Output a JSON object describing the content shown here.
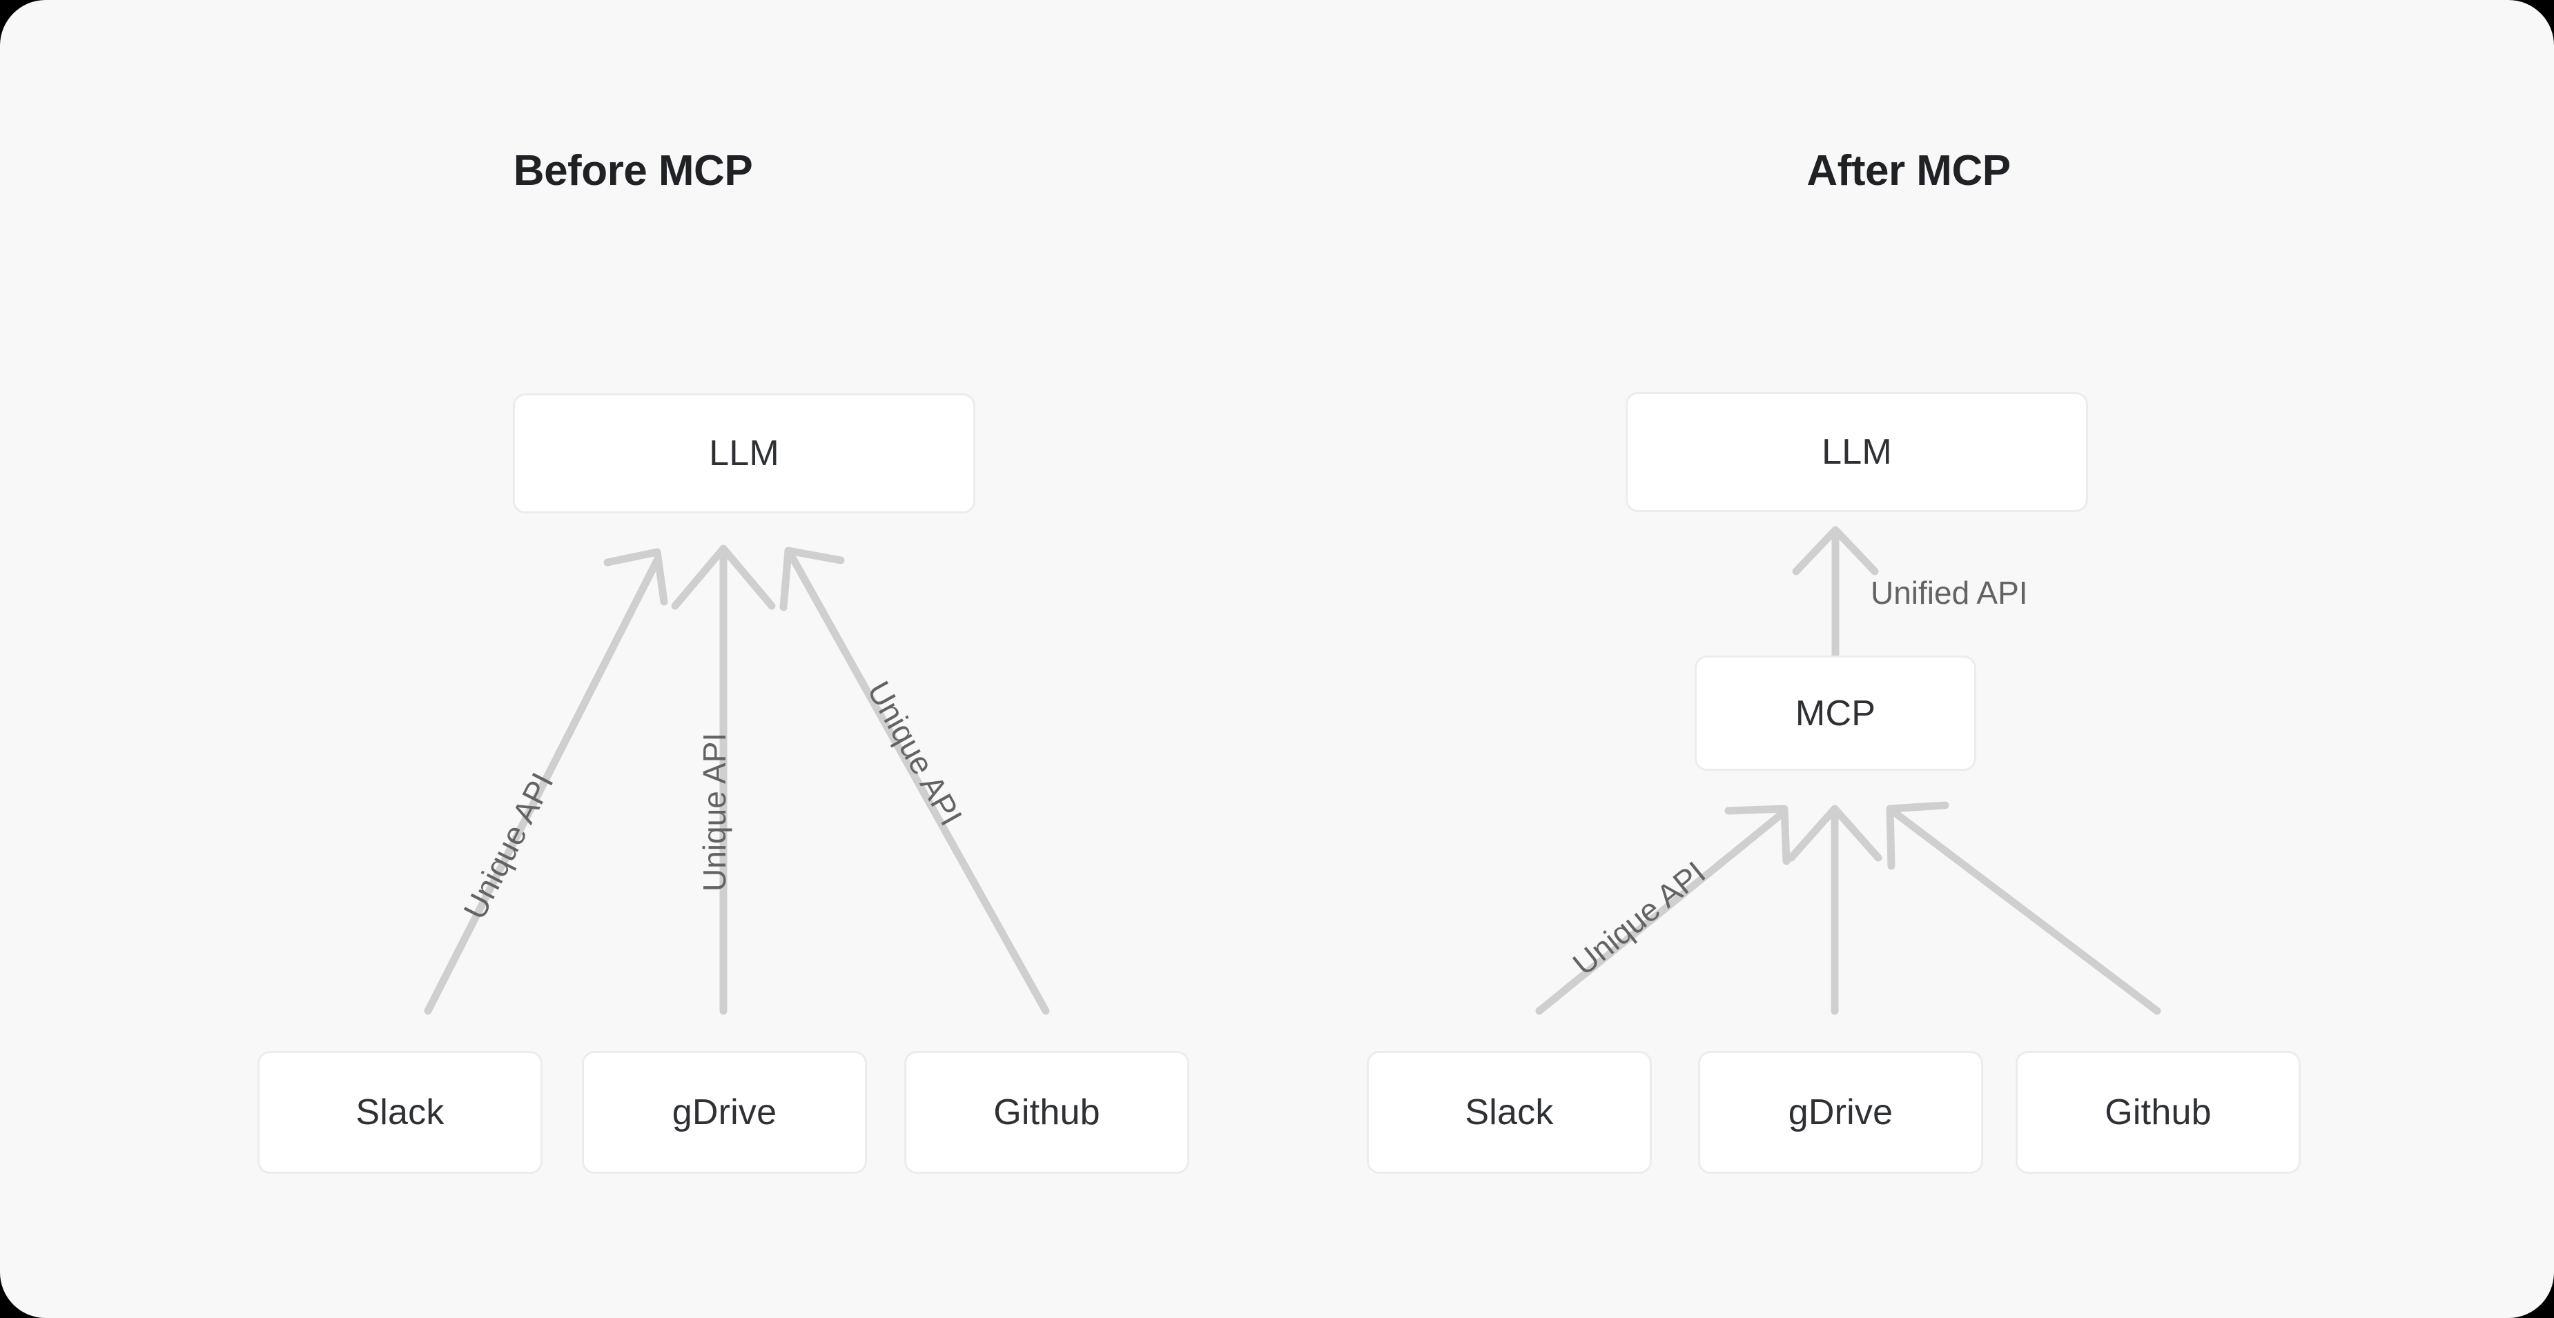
{
  "canvas": {
    "background": "#f8f8f8",
    "outside_color": "#000000"
  },
  "theme": {
    "node_fill": "#ffffff",
    "node_border": "#ececec",
    "node_text": "#2e3033",
    "title_text": "#1f2124",
    "edge_color": "#cfcfcf",
    "edge_label_text": "#636363"
  },
  "panels": [
    {
      "id": "before",
      "title": "Before MCP",
      "nodes": {
        "llm": "LLM",
        "sources": [
          "Slack",
          "gDrive",
          "Github"
        ]
      },
      "edges": [
        {
          "from": "Slack",
          "to": "LLM",
          "label": "Unique API"
        },
        {
          "from": "gDrive",
          "to": "LLM",
          "label": "Unique API"
        },
        {
          "from": "Github",
          "to": "LLM",
          "label": "Unique API"
        }
      ]
    },
    {
      "id": "after",
      "title": "After MCP",
      "nodes": {
        "llm": "LLM",
        "hub": "MCP",
        "sources": [
          "Slack",
          "gDrive",
          "Github"
        ]
      },
      "edges": [
        {
          "from": "MCP",
          "to": "LLM",
          "label": "Unified API"
        },
        {
          "from": "Slack",
          "to": "MCP",
          "label": "Unique API"
        },
        {
          "from": "gDrive",
          "to": "MCP",
          "label": ""
        },
        {
          "from": "Github",
          "to": "MCP",
          "label": ""
        }
      ]
    }
  ]
}
